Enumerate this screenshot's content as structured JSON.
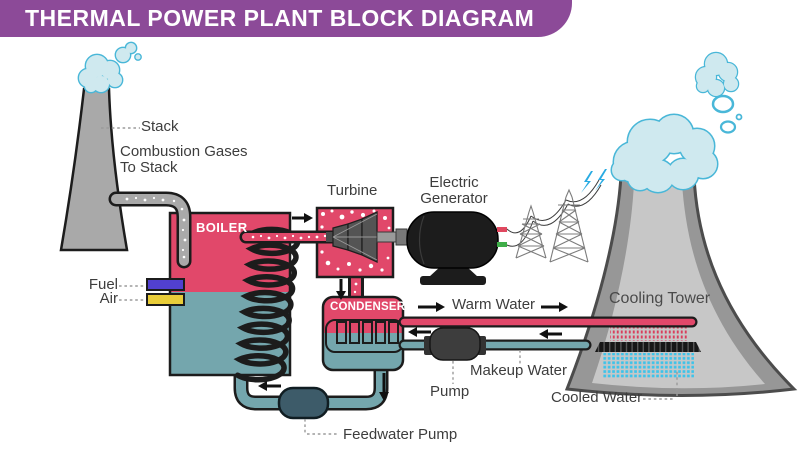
{
  "title": "THERMAL POWER PLANT BLOCK DIAGRAM",
  "labels": {
    "stack": "Stack",
    "combustion_gases": "Combustion Gases\nTo Stack",
    "fuel": "Fuel",
    "air": "Air",
    "boiler": "BOILER",
    "turbine": "Turbine",
    "electric_generator": "Electric\nGenerator",
    "condenser": "CONDENSER",
    "warm_water": "Warm Water",
    "cooling_tower": "Cooling Tower",
    "makeup_water": "Makeup Water",
    "pump": "Pump",
    "cooled_water": "Cooled Water",
    "feedwater_pump": "Feedwater Pump"
  },
  "colors": {
    "header": "#8c4a98",
    "red": "#e1486a",
    "teal": "#74a6ad",
    "stackgray": "#a9a9a9",
    "towerouter": "#979797",
    "towerinner": "#c7c7c7",
    "cloudfill": "#cfe9ef",
    "cloudstroke": "#49b7d8",
    "cyan": "#3cc3ea",
    "spray": "#d93e5c",
    "fuel_blue": "#5140d0",
    "air_yellow": "#e9cd39",
    "pump_dark": "#3d3d3d",
    "feed_pump": "#3d5b69",
    "bolt_blue": "#29abe2",
    "wire_red": "#e0485f",
    "wire_green": "#3fae49",
    "ink": "#1c1c1c",
    "text": "#3d3d3d"
  }
}
